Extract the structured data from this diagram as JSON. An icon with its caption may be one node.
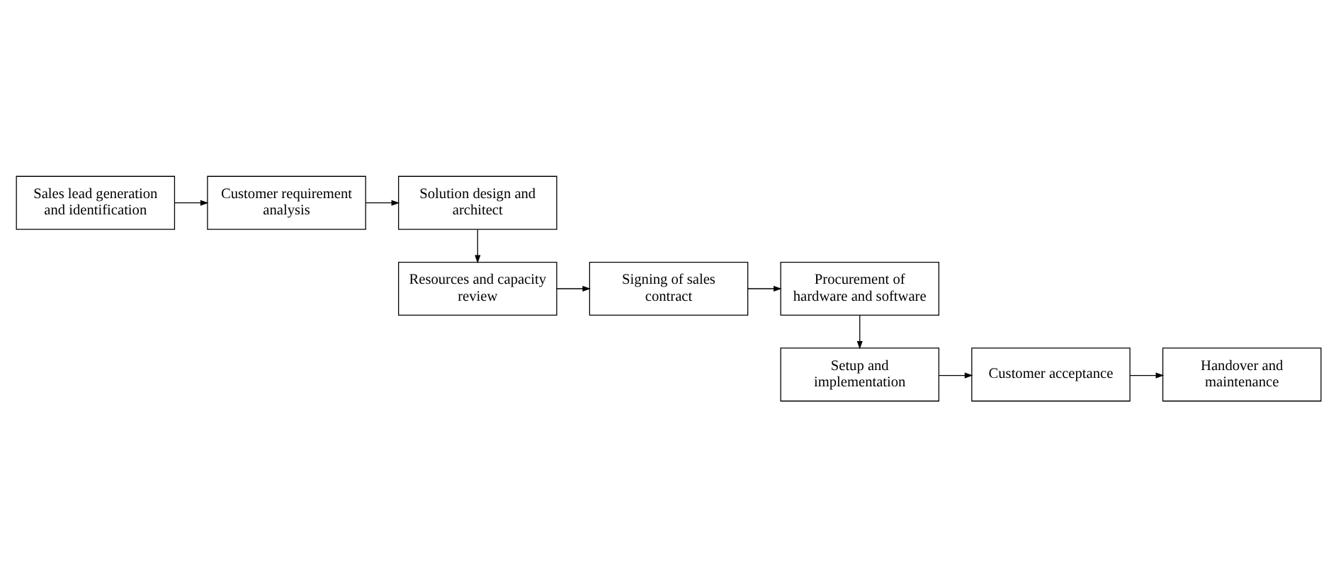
{
  "diagram": {
    "nodes": [
      {
        "text": [
          "Sales lead generation and identification"
        ]
      },
      {
        "text": [
          "Customer requirement analysis"
        ]
      },
      {
        "text": [
          "Solution design and architect"
        ]
      },
      {
        "text": [
          "Resources and capacity review"
        ]
      },
      {
        "text": [
          "Signing of sales contract"
        ]
      },
      {
        "text": [
          "Procurement of hardware and software"
        ]
      },
      {
        "text": [
          "Setup and implementation"
        ]
      },
      {
        "text": [
          "Customer acceptance"
        ]
      },
      {
        "text": [
          "Handover and maintenance"
        ]
      }
    ],
    "edges": [
      {
        "from": 0,
        "to": 1,
        "arrow": "to"
      },
      {
        "from": 1,
        "to": 2,
        "arrow": "to"
      },
      {
        "from": 2,
        "to": 3,
        "arrow": "to"
      },
      {
        "from": 3,
        "to": 4,
        "arrow": "to"
      },
      {
        "from": 4,
        "to": 5,
        "arrow": "to"
      },
      {
        "from": 5,
        "to": 6,
        "arrow": "to"
      },
      {
        "from": 6,
        "to": 7,
        "arrow": "to"
      },
      {
        "from": 7,
        "to": 8,
        "arrow": "to"
      }
    ]
  }
}
